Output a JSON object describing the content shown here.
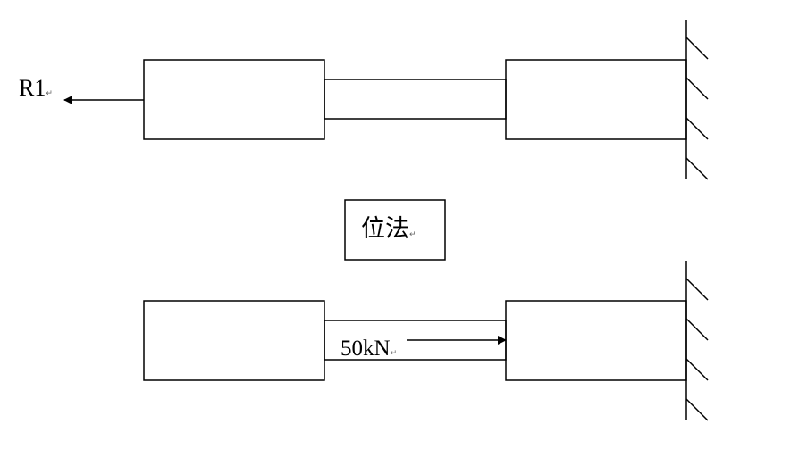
{
  "labels": {
    "r1": "R1",
    "method": "位法",
    "load": "50kN",
    "paragraph_mark": "↵"
  },
  "colors": {
    "stroke": "#000000",
    "background": "#ffffff"
  }
}
